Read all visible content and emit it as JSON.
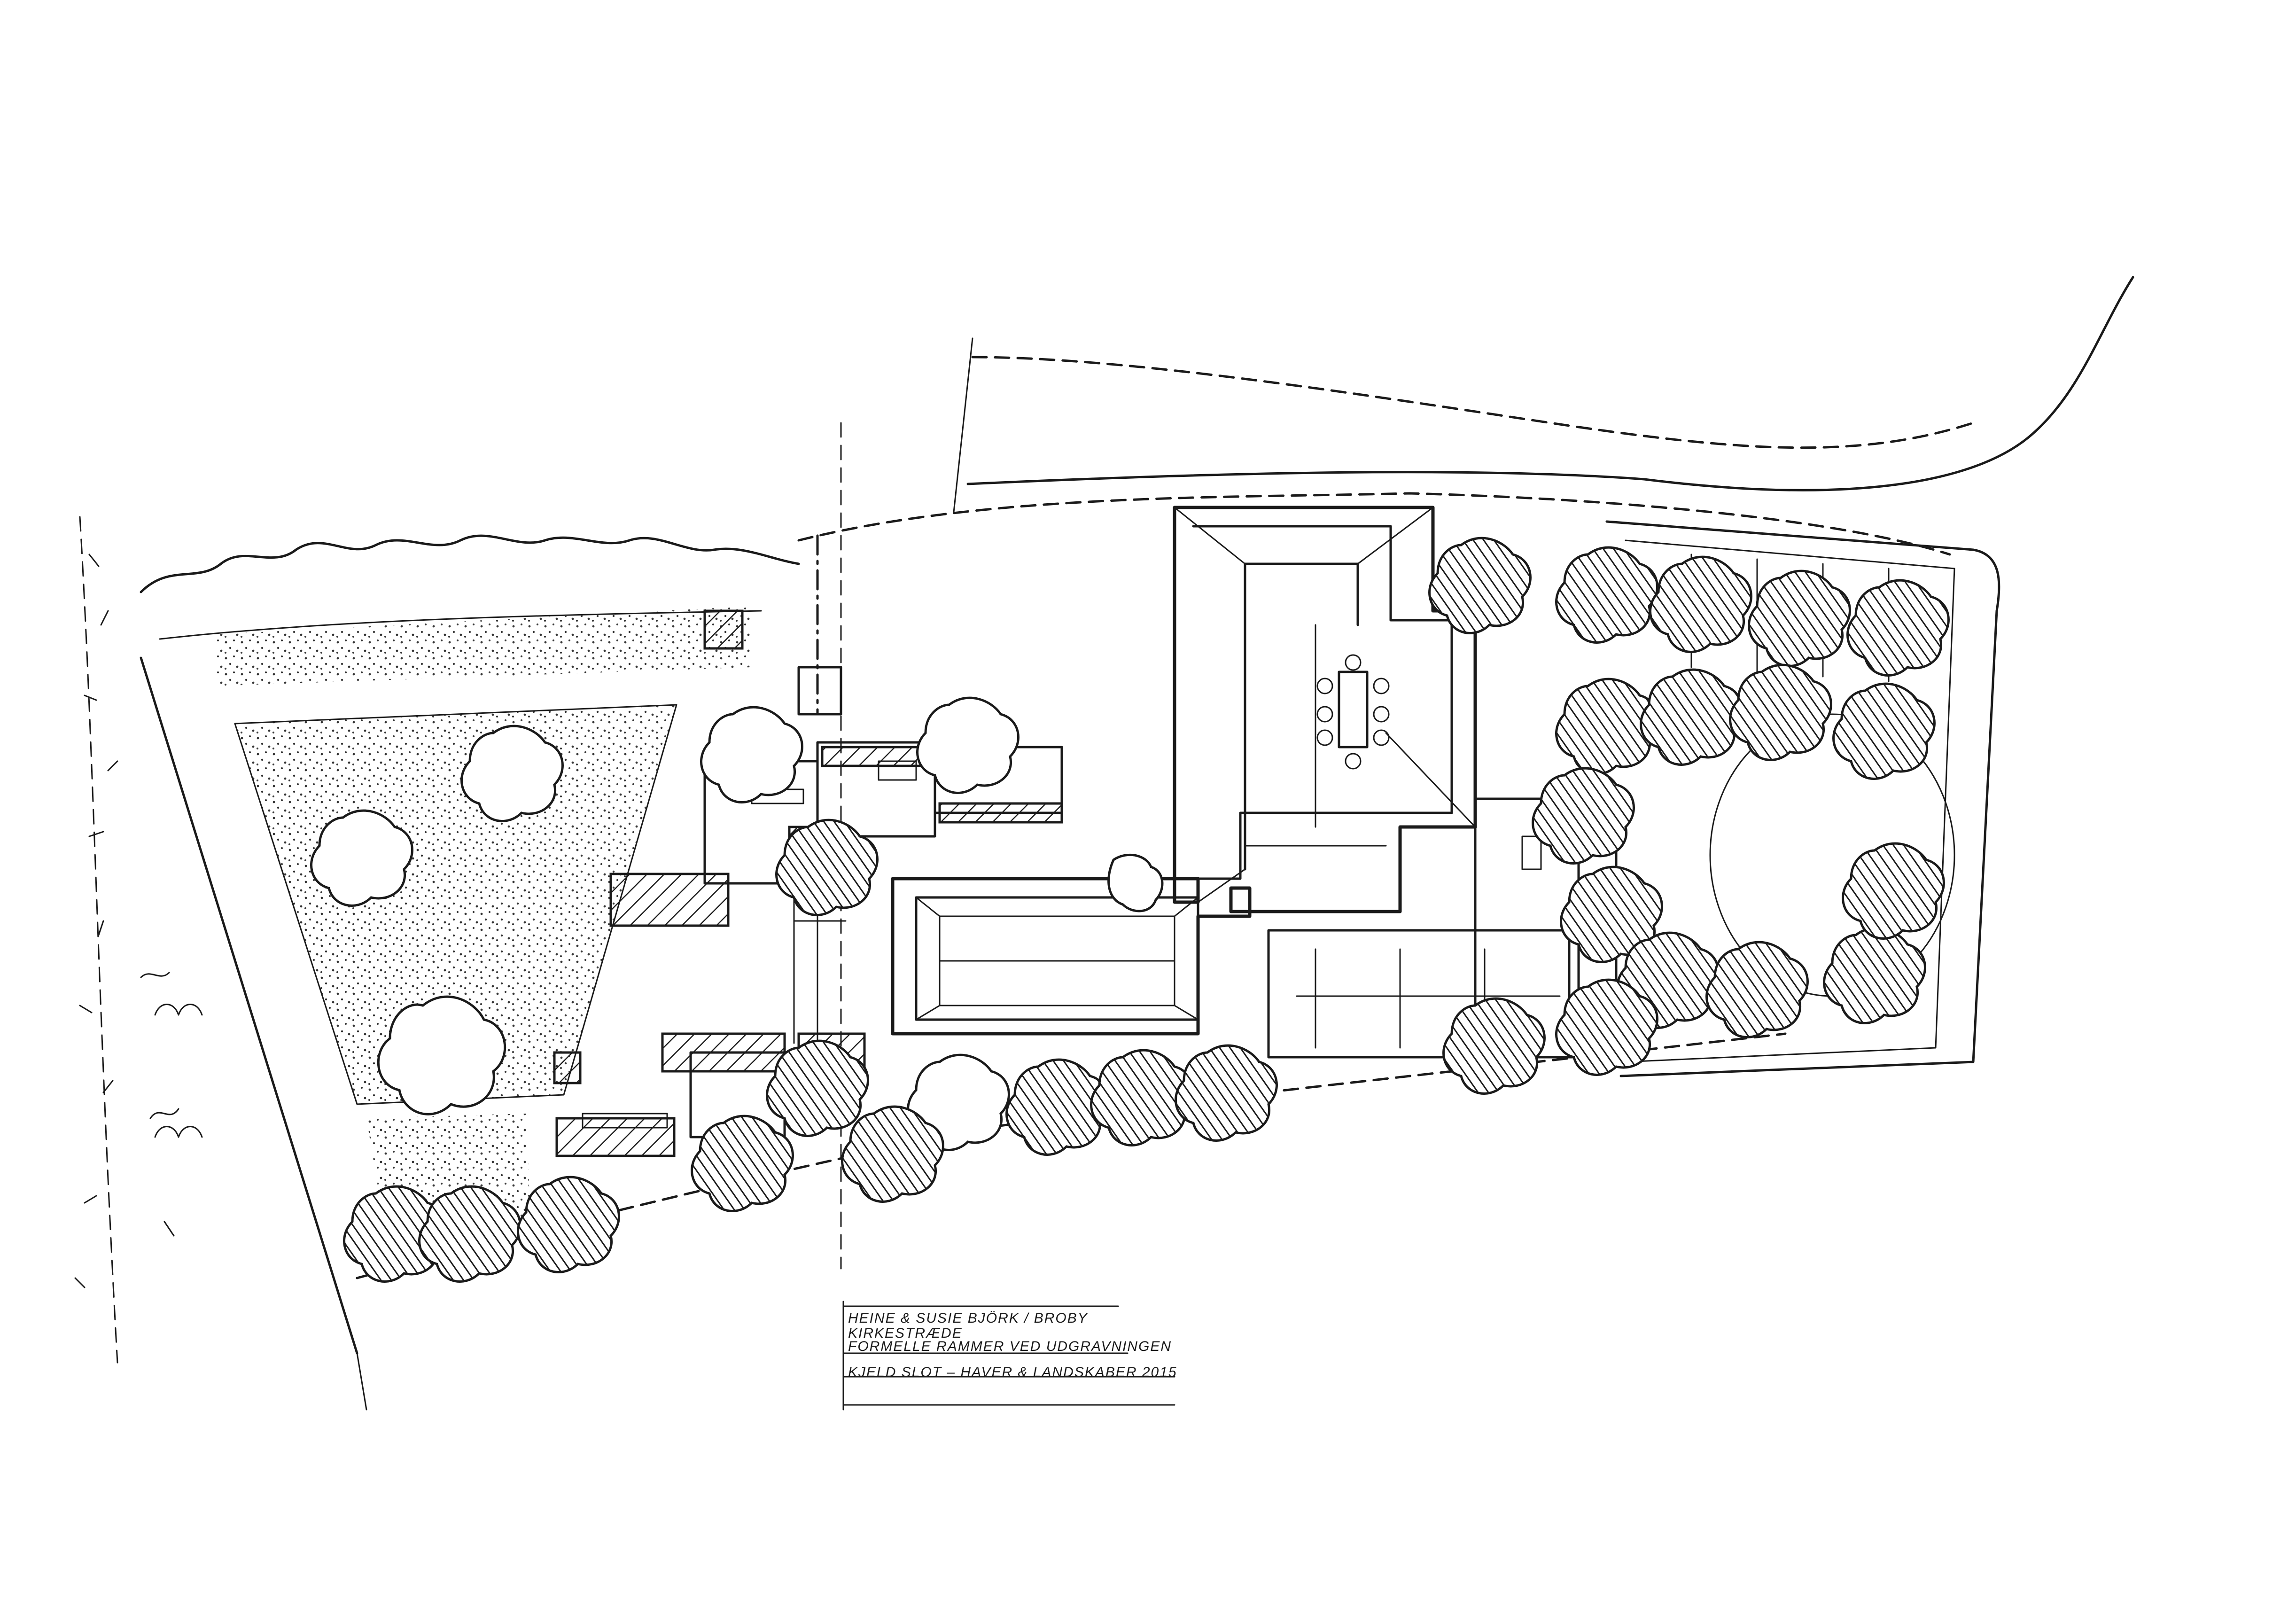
{
  "title_block": {
    "line1": "HEINE & SUSIE BJÖRK / BROBY",
    "line2": "KIRKESTRÆDE",
    "line3": "FORMELLE RAMMER VED UDGRAVNINGEN",
    "line4": "KJELD SLOT – HAVER & LANDSKABER 2015"
  }
}
